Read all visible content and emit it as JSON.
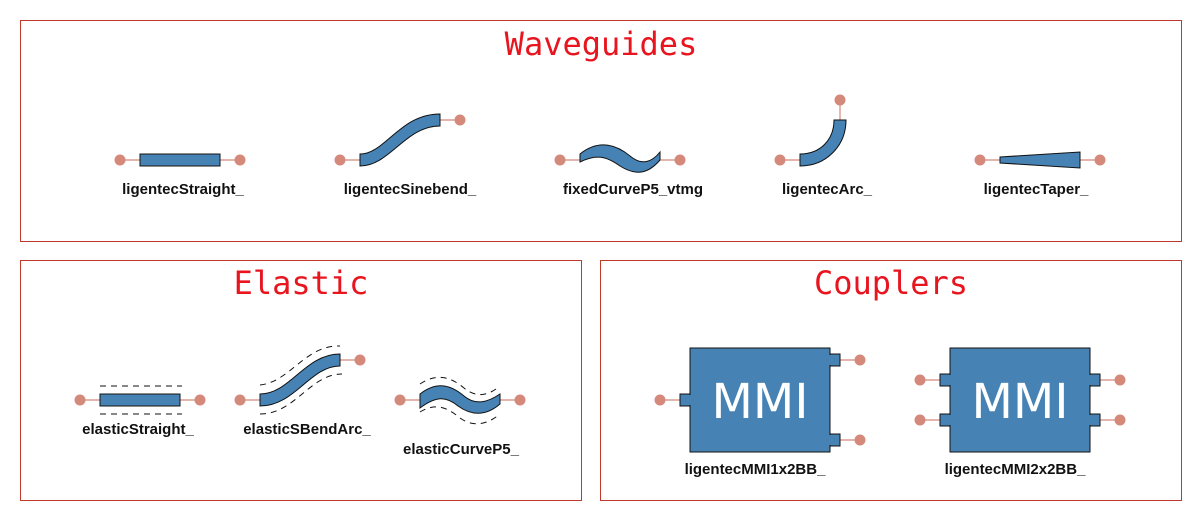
{
  "panels": {
    "waveguides": {
      "title": "Waveguides",
      "items": {
        "straight": "ligentecStraight_",
        "sinebend": "ligentecSinebend_",
        "curve": "fixedCurveP5_vtmg",
        "arc": "ligentecArc_",
        "taper": "ligentecTaper_"
      }
    },
    "elastic": {
      "title": "Elastic",
      "items": {
        "straight": "elasticStraight_",
        "sbend": "elasticSBendArc_",
        "curve": "elasticCurveP5_"
      }
    },
    "couplers": {
      "title": "Couplers",
      "items": {
        "mmi1x2": "ligentecMMI1x2BB_",
        "mmi2x2": "ligentecMMI2x2BB_",
        "mmi_text": "MMI"
      }
    }
  },
  "colors": {
    "border": "#c0392b",
    "title": "#e8141e",
    "component_fill": "#4682b4",
    "pin": "#d4897a"
  }
}
